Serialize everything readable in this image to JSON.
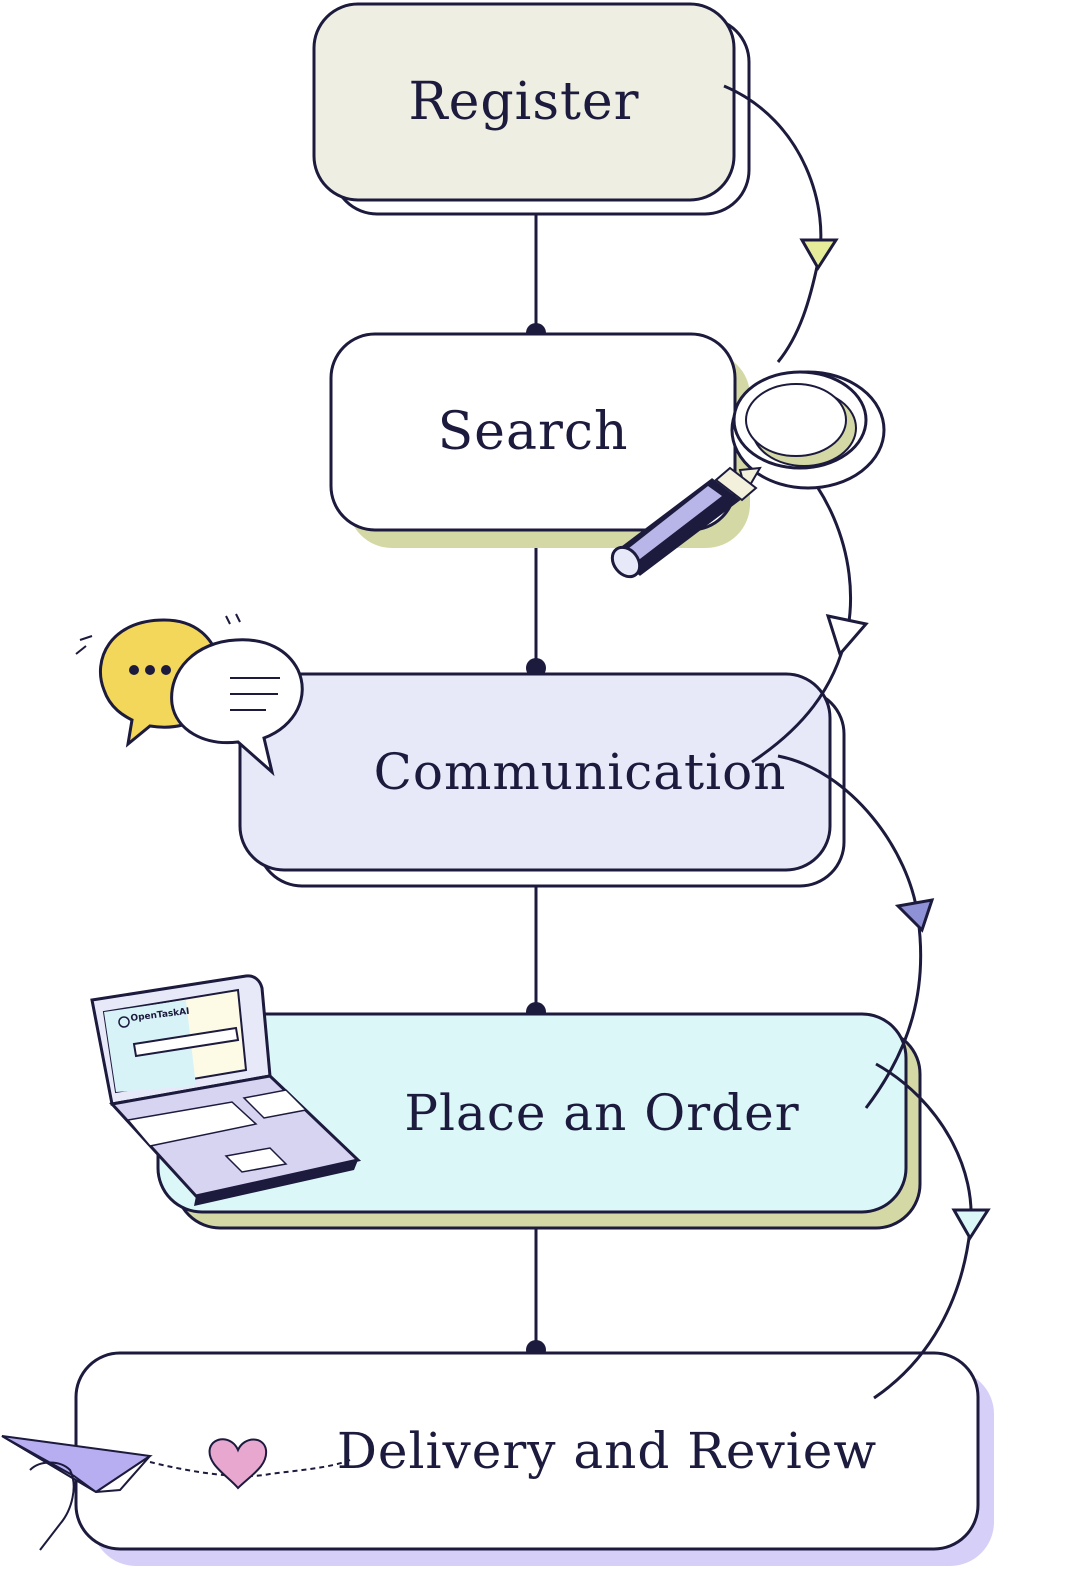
{
  "diagram": {
    "steps": [
      {
        "label": "Register",
        "fill": "#eeefe2",
        "shadow": "#ffffff"
      },
      {
        "label": "Search",
        "fill": "#ffffff",
        "shadow": "#d4d8a5"
      },
      {
        "label": "Communication",
        "fill": "#e8e9f8",
        "shadow": "#ffffff"
      },
      {
        "label": "Place an Order",
        "fill": "#dcf7f8",
        "shadow": "#d4d8a5"
      },
      {
        "label": "Delivery and Review",
        "fill": "#ffffff",
        "shadow": "#d6cff7"
      }
    ],
    "illustrations": {
      "magnifier": "magnifier-icon",
      "chat": "chat-bubbles-icon",
      "laptop": "laptop-icon",
      "paper_plane": "paper-plane-icon",
      "heart": "heart-icon"
    },
    "laptop_brand": "OpenTaskAI",
    "colors": {
      "stroke": "#1c1a3d",
      "accent_yellow": "#f3d75a",
      "arrow_1": "#e6ec9a",
      "arrow_2": "#ffffff",
      "arrow_3": "#8f91d6",
      "arrow_4": "#dcf7f8",
      "heart": "#e7a7cf",
      "plane": "#b6aef0"
    }
  }
}
